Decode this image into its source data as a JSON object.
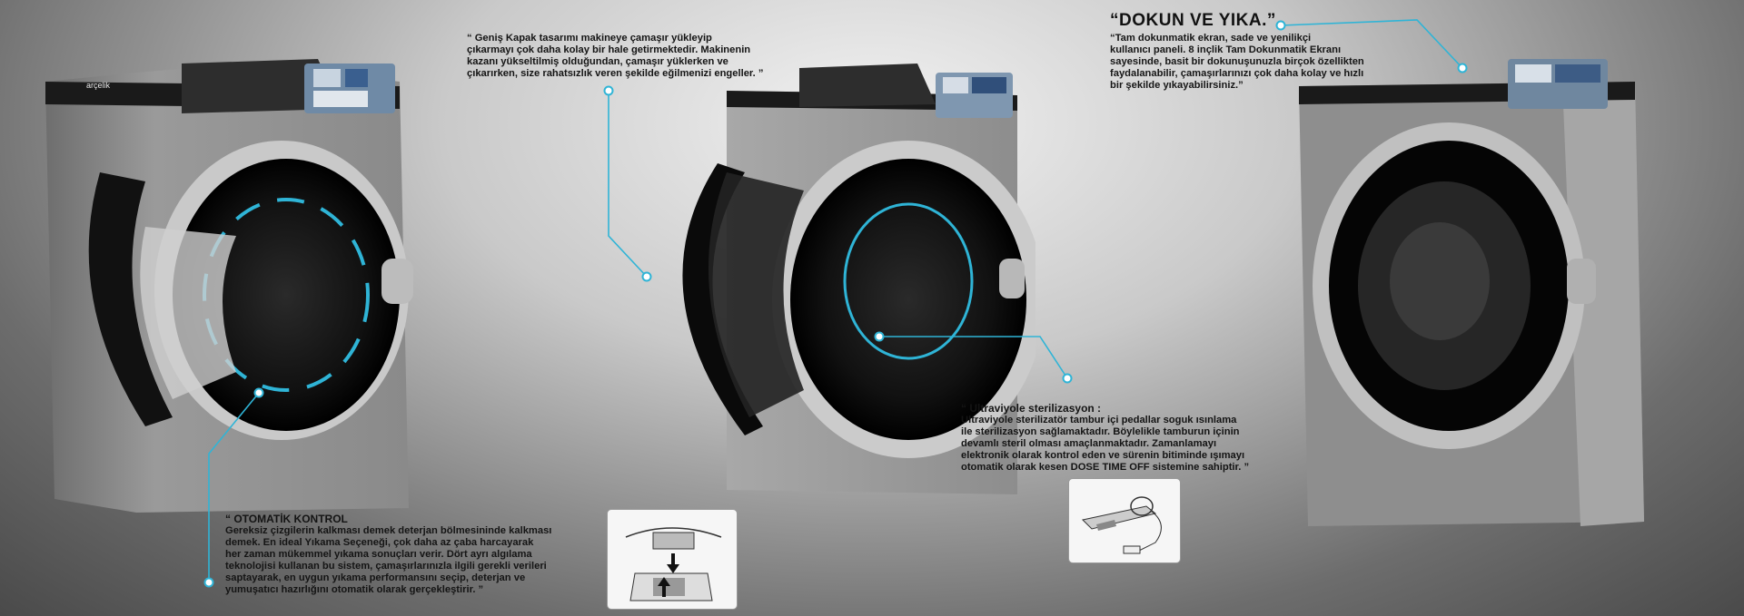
{
  "brand": "arçelik",
  "headline": "“DOKUN VE YIKA.”",
  "headline_body": "“Tam dokunmatik ekran, sade ve yenilikçi\nkullanıcı paneli. 8 inçlik Tam Dokunmatik Ekranı\nsayesinde, basit bir dokunuşunuzla birçok özellikten\nfaydalanabilir, çamaşırlarınızı çok daha kolay ve hızlı\nbir şekilde yıkayabilirsiniz.”",
  "door_note": "“ Geniş Kapak tasarımı makineye çamaşır yükleyip\nçıkarmayı çok daha kolay bir hale getirmektedir. Makinenin\nkazanı yükseltilmiş olduğundan, çamaşır yüklerken ve\nçıkarırken, size rahatsızlık veren şekilde eğilmenizi engeller. ”",
  "auto_control": {
    "title": "“ OTOMATİK KONTROL",
    "body": "Gereksiz çizgilerin kalkması demek deterjan bölmesininde kalkması\ndemek. En ideal Yıkama Seçeneği, çok daha az çaba harcayarak\nher zaman mükemmel yıkama sonuçları verir. Dört ayrı algılama\nteknolojisi kullanan bu sistem, çamaşırlarınızla ilgili gerekli verileri\nsaptayarak, en uygun yıkama performansını seçip, deterjan ve\nyumuşatıcı hazırlığını otomatik olarak gerçekleştirir. ”"
  },
  "uv": {
    "title": "“ Ultraviyole sterilizasyon :",
    "body": "Ultraviyole sterilizatör tambur içi pedallar  soguk ısınlama\nile sterilizasyon sağlamaktadır. Böylelikle tamburun içinin\ndevamlı steril olması amaçlanmaktadır. Zamanlamayı\nelektronik olarak kontrol eden ve sürenin bitiminde ışımayı\notomatik olarak kesen DOSE TIME OFF sistemine sahiptir. ”"
  },
  "colors": {
    "callout": "#2fb4d6",
    "body": "#8c8c8c",
    "panel": "#1a1a1a"
  }
}
